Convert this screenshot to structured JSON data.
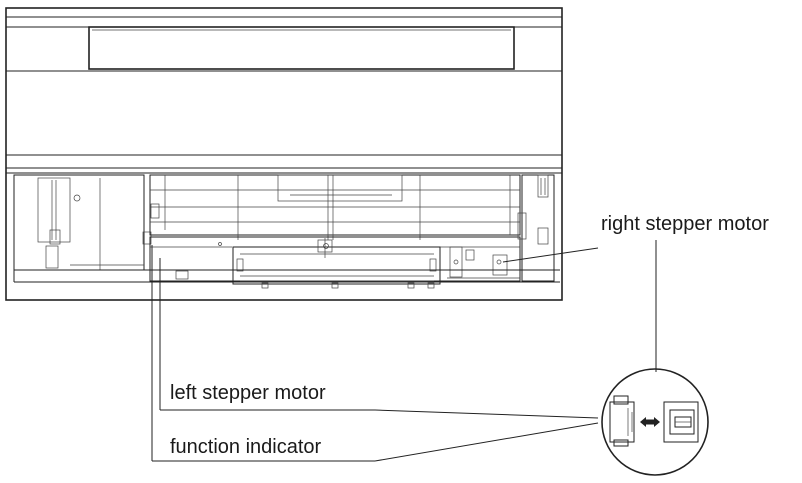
{
  "labels": {
    "right_stepper_motor": "right stepper motor",
    "left_stepper_motor": "left stepper motor",
    "function_indicator": "function indicator"
  },
  "colors": {
    "line": "#222222",
    "background": "#ffffff"
  }
}
